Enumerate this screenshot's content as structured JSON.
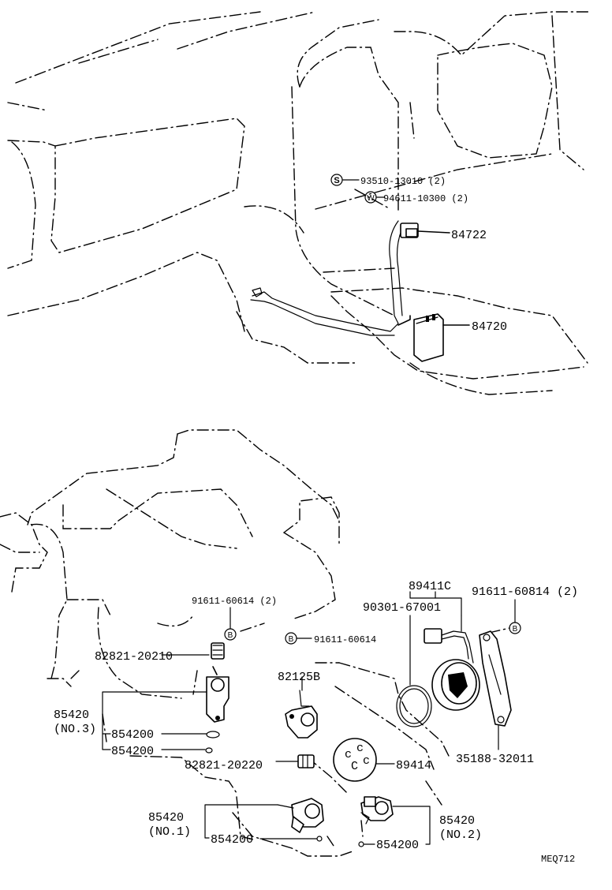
{
  "labels": {
    "bolt_93510": "93510-13010 (2)",
    "washer_94611": "94611-10300 (2)",
    "sym_s": "S",
    "sym_w": "W",
    "sym_b": "B",
    "p84722": "84722",
    "p84720": "84720",
    "p89411c": "89411C",
    "p90301": "90301-67001",
    "p91611_814": "91611-60814 (2)",
    "p91611_614x2": "91611-60614 (2)",
    "p91611_614": "91611-60614",
    "p82821_210": "82821-20210",
    "p82125b": "82125B",
    "p85420_3": "85420",
    "p85420_3_no": "(NO.3)",
    "p854200_a": "854200",
    "p854200_b": "854200",
    "p82821_220": "82821-20220",
    "p89414": "89414",
    "p35188": "35188-32011",
    "p85420_1": "85420",
    "p85420_1_no": "(NO.1)",
    "p854200_c": "854200",
    "p85420_2": "85420",
    "p85420_2_no": "(NO.2)",
    "p854200_d": "854200",
    "code": "MEQ712"
  }
}
